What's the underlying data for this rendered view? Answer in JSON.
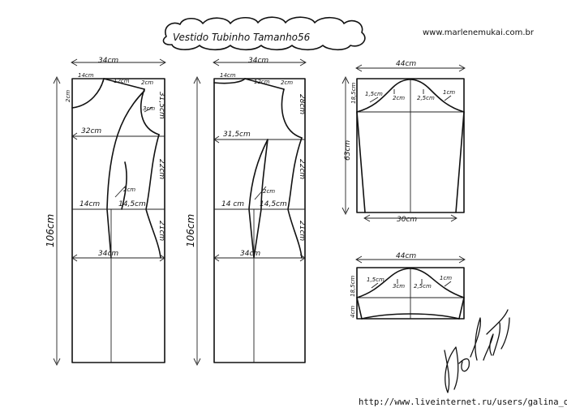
{
  "header": {
    "title": "Vestido Tubinho Tamanho56",
    "website": "www.marlenemukai.com.br"
  },
  "front_panel": {
    "width_top": "34cm",
    "neck": "14cm",
    "shoulder": "12cm",
    "neck_depth": "2cm",
    "side_neck": "2cm",
    "armhole_depth": "31,5cm",
    "armhole_curve": "3cm",
    "bust_width": "32cm",
    "bust_to_waist": "22cm",
    "dart_top": "2cm",
    "waist_left": "14cm",
    "waist_right": "14,5cm",
    "waist_to_hip": "21cm",
    "hip_width": "34cm",
    "total_length": "106cm"
  },
  "back_panel": {
    "width_top": "34cm",
    "neck": "14cm",
    "shoulder": "12cm",
    "side_neck": "2cm",
    "armhole_depth": "28cm",
    "bust_width": "31,5cm",
    "bust_to_waist": "22cm",
    "dart_top": "2cm",
    "waist_left": "14 cm",
    "waist_right": "14,5cm",
    "waist_to_hip": "21cm",
    "hip_width": "34cm",
    "total_length": "106cm"
  },
  "long_sleeve": {
    "width": "44cm",
    "cap_height": "18,5cm",
    "left_curve": "1,5cm",
    "mid_left": "2cm",
    "mid_right": "2,5cm",
    "right_curve": "1cm",
    "length": "63cm",
    "cuff_width": "30cm"
  },
  "short_sleeve": {
    "width": "44cm",
    "cap_height": "18,5cm",
    "left_curve": "1,5cm",
    "mid_left": "3cm",
    "mid_right": "2,5cm",
    "right_curve": "1cm",
    "hem": "4cm"
  },
  "signature_text": "Marlene Mukai",
  "source_url": "http://www.liveinternet.ru/users/galina_o/"
}
